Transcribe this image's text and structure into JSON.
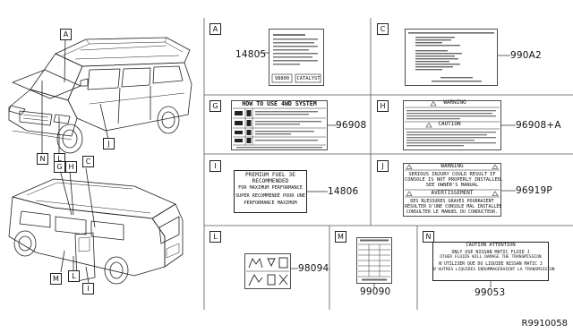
{
  "diagram_code": "R9910058",
  "car_callouts": [
    "A",
    "N",
    "L",
    "J",
    "G",
    "H",
    "C",
    "M",
    "L",
    "I"
  ],
  "panels": [
    {
      "letter": "A",
      "part": "14805",
      "label_text": [
        "98800",
        "CATALYST"
      ]
    },
    {
      "letter": "C",
      "part": "990A2"
    },
    {
      "letter": "G",
      "part": "96908",
      "label_text": [
        "HOW TO USE 4WD SYSTEM"
      ]
    },
    {
      "letter": "H",
      "part": "96908+A",
      "label_text": [
        "WARNING",
        "CAUTION"
      ]
    },
    {
      "letter": "I",
      "part": "14806",
      "label_text": [
        "PREMIUM FUEL 3E",
        "RECOMMENDED",
        "FOR MAXIMUM PERFORMANCE",
        "SUPER RECOMMENDÉ POUR UNE",
        "PERFORMANCE MAXIMUM"
      ]
    },
    {
      "letter": "J",
      "part": "96919P",
      "label_text": [
        "WARNING",
        "SERIOUS INJURY COULD RESULT IF",
        "CONSOLE IS NOT PROPERLY INSTALLED.",
        "SEE OWNER'S MANUAL",
        "AVERTISSEMENT",
        "DES BLESSURES GRAVES POURRAIENT",
        "RÉSULTER D'UNE CONSOLE MAL INSTALLÉE",
        "CONSULTER LE MANUEL DU CONDUCTEUR."
      ]
    },
    {
      "letter": "L",
      "part": "98094"
    },
    {
      "letter": "M",
      "part": "99090"
    },
    {
      "letter": "N",
      "part": "99053",
      "label_text": [
        "CAUTION  ATTENTION",
        "ONLY USE NISSAN MATIC FLUID J",
        "OTHER FLUIDS WILL DAMAGE THE TRANSMISSION",
        "N'UTILISER QUE DU LIQUIDE NISSAN MATIC J",
        "D'AUTRES LIQUIDES ENDOMMAGERAIENT LA TRANSMISSION"
      ]
    }
  ]
}
